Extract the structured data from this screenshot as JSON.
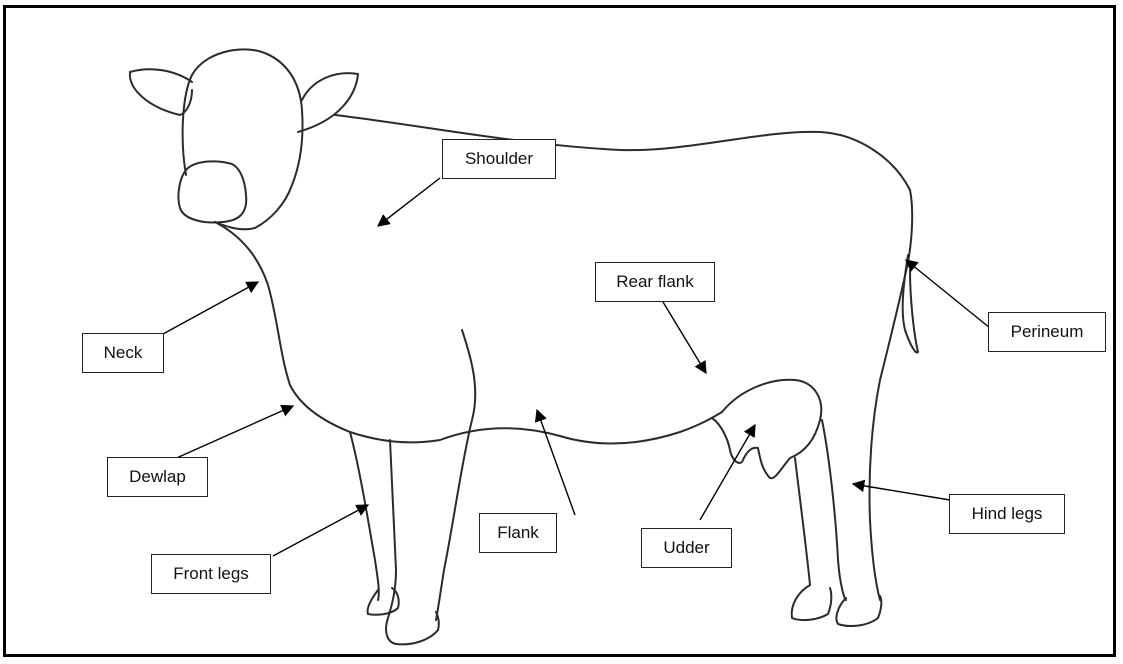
{
  "labels": {
    "shoulder": "Shoulder",
    "rear_flank": "Rear flank",
    "perineum": "Perineum",
    "neck": "Neck",
    "dewlap": "Dewlap",
    "front_legs": "Front legs",
    "flank": "Flank",
    "udder": "Udder",
    "hind_legs": "Hind legs"
  },
  "colors": {
    "outline": "#2b2b2b",
    "arrow": "#000000",
    "border": "#000000"
  }
}
